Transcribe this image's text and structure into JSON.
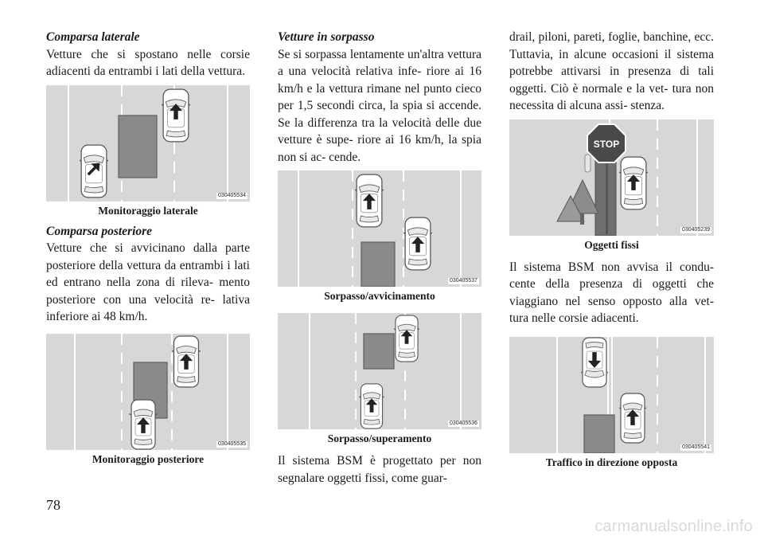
{
  "page_number": "78",
  "watermark": "carmanualsonline.info",
  "col1": {
    "heading1": "Comparsa laterale",
    "para1": "Vetture che si spostano nelle corsie adiacenti da entrambi i lati della vettura.",
    "fig1": {
      "caption": "Monitoraggio laterale",
      "code": "030405534"
    },
    "heading2": "Comparsa posteriore",
    "para2": "Vetture che si avvicinano dalla parte posteriore della vettura da entrambi i lati ed entrano nella zona di rileva- mento posteriore con una velocità re- lativa inferiore ai 48 km/h.",
    "fig2": {
      "caption": "Monitoraggio posteriore",
      "code": "030405535"
    }
  },
  "col2": {
    "heading1": "Vetture in sorpasso",
    "para1": "Se si sorpassa lentamente un'altra vettura a una velocità relativa infe- riore ai 16 km/h e la vettura rimane nel punto cieco per 1,5 secondi circa, la spia si accende. Se la differenza tra la velocità delle due vetture è supe- riore ai 16 km/h, la spia non si ac- cende.",
    "fig1": {
      "caption": "Sorpasso/avvicinamento",
      "code": "030405537"
    },
    "fig2": {
      "caption": "Sorpasso/superamento",
      "code": "030405536"
    },
    "para2": "Il sistema BSM è progettato per non segnalare oggetti fissi, come guar-"
  },
  "col3": {
    "para1": "drail, piloni, pareti, foglie, banchine, ecc. Tuttavia, in alcune occasioni il sistema potrebbe attivarsi in presenza di tali oggetti. Ciò è normale e la vet- tura non necessita di alcuna assi- stenza.",
    "fig1": {
      "caption": "Oggetti fissi",
      "code": "030405239",
      "sign_text": "STOP"
    },
    "para2": "Il sistema BSM non avvisa il condu- cente della presenza di oggetti che viaggiano nel senso opposto alla vet- tura nelle corsie adiacenti.",
    "fig2": {
      "caption": "Traffico in direzione opposta",
      "code": "030405541"
    }
  }
}
